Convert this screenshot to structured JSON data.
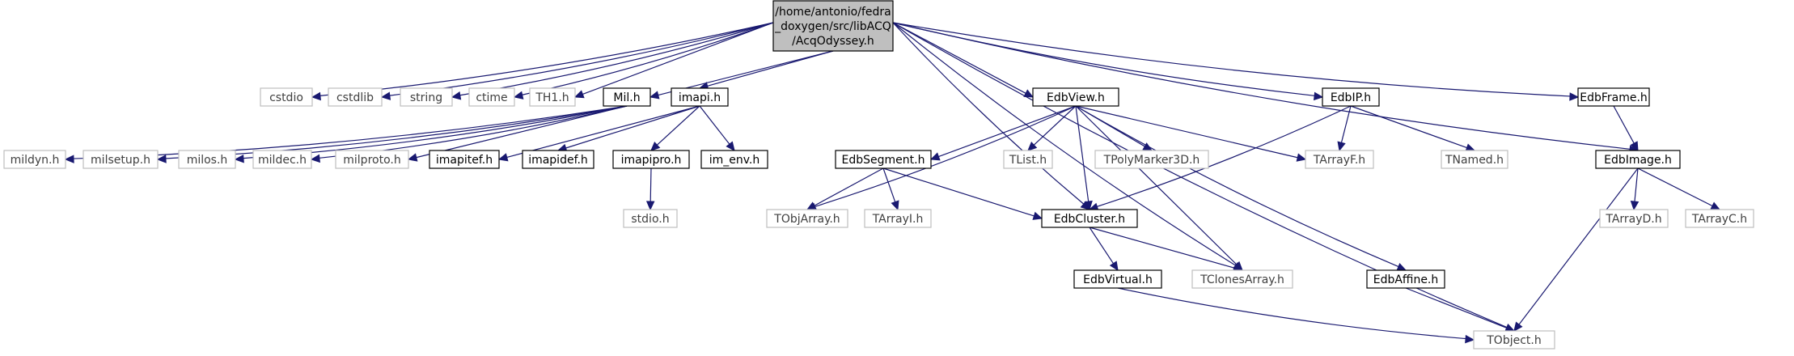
{
  "graph": {
    "root": {
      "lines": [
        "/home/antonio/fedra",
        "_doxygen/src/libACQ",
        "/AcqOdyssey.h"
      ]
    },
    "nodes": {
      "cstdio": {
        "label": "cstdio"
      },
      "cstdlib": {
        "label": "cstdlib"
      },
      "string": {
        "label": "string"
      },
      "ctime": {
        "label": "ctime"
      },
      "th1": {
        "label": "TH1.h"
      },
      "mil": {
        "label": "Mil.h"
      },
      "imapi": {
        "label": "imapi.h"
      },
      "edbview": {
        "label": "EdbView.h"
      },
      "edbip": {
        "label": "EdbIP.h"
      },
      "edbframe": {
        "label": "EdbFrame.h"
      },
      "mildyn": {
        "label": "mildyn.h"
      },
      "milsetup": {
        "label": "milsetup.h"
      },
      "milos": {
        "label": "milos.h"
      },
      "mildec": {
        "label": "mildec.h"
      },
      "milproto": {
        "label": "milproto.h"
      },
      "imapitef": {
        "label": "imapitef.h"
      },
      "imapidef": {
        "label": "imapidef.h"
      },
      "imapipro": {
        "label": "imapipro.h"
      },
      "imenv": {
        "label": "im_env.h"
      },
      "edbsegment": {
        "label": "EdbSegment.h"
      },
      "tlist": {
        "label": "TList.h"
      },
      "tpolymarker": {
        "label": "TPolyMarker3D.h"
      },
      "tarrayf": {
        "label": "TArrayF.h"
      },
      "tnamed": {
        "label": "TNamed.h"
      },
      "edbimage": {
        "label": "EdbImage.h"
      },
      "stdio": {
        "label": "stdio.h"
      },
      "tobjarray": {
        "label": "TObjArray.h"
      },
      "tarrayi": {
        "label": "TArrayI.h"
      },
      "edbcluster": {
        "label": "EdbCluster.h"
      },
      "tarrayd": {
        "label": "TArrayD.h"
      },
      "tarrayc": {
        "label": "TArrayC.h"
      },
      "edbvirtual": {
        "label": "EdbVirtual.h"
      },
      "tclonesarray": {
        "label": "TClonesArray.h"
      },
      "edbaffine": {
        "label": "EdbAffine.h"
      },
      "tobject": {
        "label": "TObject.h"
      }
    },
    "documented_nodes": [
      "mil",
      "imapi",
      "edbview",
      "edbip",
      "edbframe",
      "imapitef",
      "imapidef",
      "imapipro",
      "imenv",
      "edbsegment",
      "edbimage",
      "edbcluster",
      "edbvirtual",
      "edbaffine"
    ],
    "edges": [
      [
        "root",
        "cstdio"
      ],
      [
        "root",
        "cstdlib"
      ],
      [
        "root",
        "string"
      ],
      [
        "root",
        "ctime"
      ],
      [
        "root",
        "th1"
      ],
      [
        "root",
        "mil"
      ],
      [
        "root",
        "imapi"
      ],
      [
        "root",
        "edbview"
      ],
      [
        "root",
        "edbip"
      ],
      [
        "root",
        "edbframe"
      ],
      [
        "root",
        "edbimage"
      ],
      [
        "root",
        "edbcluster"
      ],
      [
        "root",
        "tclonesarray"
      ],
      [
        "root",
        "tobject"
      ],
      [
        "mil",
        "mildyn"
      ],
      [
        "mil",
        "milsetup"
      ],
      [
        "mil",
        "milos"
      ],
      [
        "mil",
        "mildec"
      ],
      [
        "mil",
        "milproto"
      ],
      [
        "imapi",
        "imapitef"
      ],
      [
        "imapi",
        "imapidef"
      ],
      [
        "imapi",
        "imapipro"
      ],
      [
        "imapi",
        "imenv"
      ],
      [
        "imapipro",
        "stdio"
      ],
      [
        "edbview",
        "tobjarray"
      ],
      [
        "edbview",
        "edbsegment"
      ],
      [
        "edbview",
        "tlist"
      ],
      [
        "edbview",
        "tpolymarker"
      ],
      [
        "edbview",
        "tarrayf"
      ],
      [
        "edbview",
        "edbcluster"
      ],
      [
        "edbview",
        "tclonesarray"
      ],
      [
        "edbview",
        "edbaffine"
      ],
      [
        "edbsegment",
        "tobjarray"
      ],
      [
        "edbsegment",
        "tarrayi"
      ],
      [
        "edbsegment",
        "edbcluster"
      ],
      [
        "edbip",
        "tarrayf"
      ],
      [
        "edbip",
        "tnamed"
      ],
      [
        "edbip",
        "edbcluster"
      ],
      [
        "edbframe",
        "edbimage"
      ],
      [
        "edbimage",
        "tarrayd"
      ],
      [
        "edbimage",
        "tarrayc"
      ],
      [
        "edbimage",
        "tobject"
      ],
      [
        "edbcluster",
        "edbvirtual"
      ],
      [
        "edbcluster",
        "tclonesarray"
      ],
      [
        "edbvirtual",
        "tobject"
      ],
      [
        "edbaffine",
        "tobject"
      ]
    ],
    "colors": {
      "edge": "#191970",
      "documented_border": "#000000",
      "undocumented_border": "#bfbfbf",
      "root_fill": "#bfbfbf",
      "undocumented_text": "#404040",
      "text": "#000000"
    }
  }
}
